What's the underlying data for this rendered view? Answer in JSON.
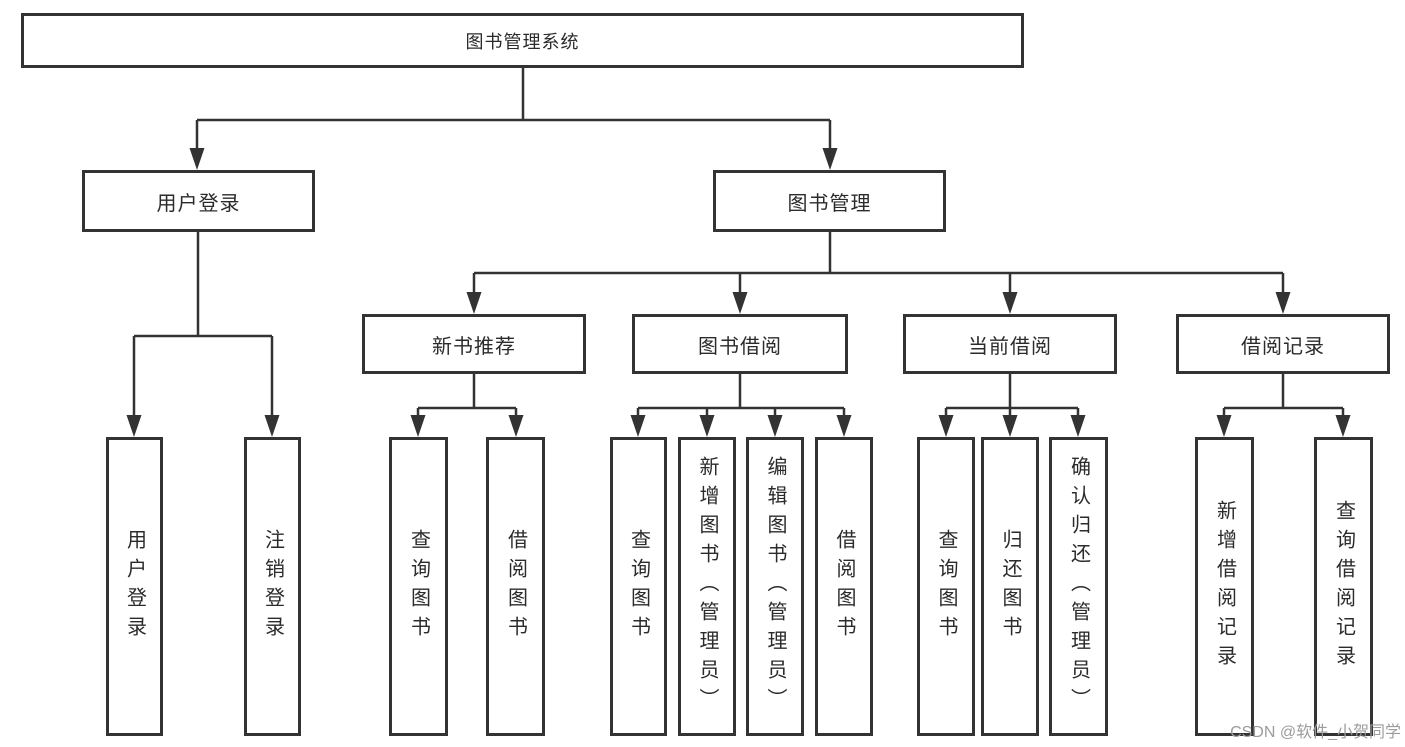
{
  "diagram": {
    "type": "hierarchy-tree",
    "tree": {
      "label": "图书管理系统",
      "children": [
        {
          "label": "用户登录",
          "children": [
            {
              "label": "用户登录"
            },
            {
              "label": "注销登录"
            }
          ]
        },
        {
          "label": "图书管理",
          "children": [
            {
              "label": "新书推荐",
              "children": [
                {
                  "label": "查询图书"
                },
                {
                  "label": "借阅图书"
                }
              ]
            },
            {
              "label": "图书借阅",
              "children": [
                {
                  "label": "查询图书"
                },
                {
                  "label": "新增图书（管理员）"
                },
                {
                  "label": "编辑图书（管理员）"
                },
                {
                  "label": "借阅图书"
                }
              ]
            },
            {
              "label": "当前借阅",
              "children": [
                {
                  "label": "查询图书"
                },
                {
                  "label": "归还图书"
                },
                {
                  "label": "确认归还（管理员）"
                }
              ]
            },
            {
              "label": "借阅记录",
              "children": [
                {
                  "label": "新增借阅记录"
                },
                {
                  "label": "查询借阅记录"
                }
              ]
            }
          ]
        }
      ]
    }
  },
  "watermark": {
    "text": "CSDN @软件_小贺同学"
  },
  "colors": {
    "line": "#333333",
    "box_fill": "#ffffff",
    "text": "#2b2b2b",
    "watermark": "#9c9c9c",
    "background": "#ffffff"
  }
}
